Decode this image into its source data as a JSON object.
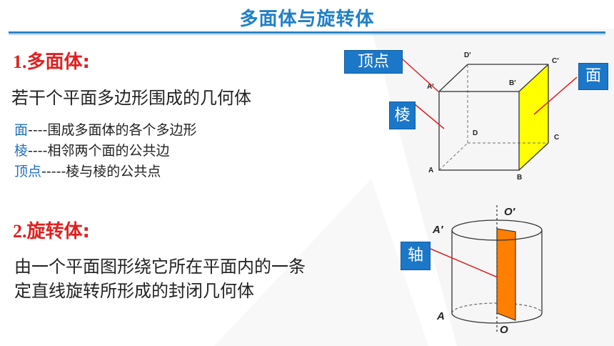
{
  "title": "多面体与旋转体",
  "section1": {
    "number": "1.",
    "heading": "多面体:",
    "definition": "若干个平面多边形围成的几何体",
    "items": [
      {
        "term": "面",
        "sep": "----",
        "desc": "围成多面体的各个多边形"
      },
      {
        "term": "棱",
        "sep": "----",
        "desc": "相邻两个面的公共边"
      },
      {
        "term": "顶点",
        "sep": "-----",
        "desc": "棱与棱的公共点"
      }
    ]
  },
  "section2": {
    "number": "2.",
    "heading": "旋转体:",
    "line1": "由一个平面图形绕它所在平面内的一条",
    "line2": "定直线旋转所形成的封闭几何体"
  },
  "cube": {
    "callouts": {
      "vertex": "顶点",
      "face": "面",
      "edge": "棱"
    },
    "vertices": {
      "A": "A",
      "B": "B",
      "C": "C",
      "D": "D",
      "A1": "A'",
      "B1": "B'",
      "C1": "C'",
      "D1": "D'"
    },
    "face_color": "#ffff00"
  },
  "cylinder": {
    "callout": "轴",
    "labels": {
      "O1": "O′",
      "A1": "A′",
      "A": "A",
      "O": "O"
    },
    "section_color": "#ff7f00"
  },
  "colors": {
    "title": "#1f7fc8",
    "heading": "#e02020",
    "term": "#1f6fc0",
    "callout_bg": "#1b78c9"
  }
}
